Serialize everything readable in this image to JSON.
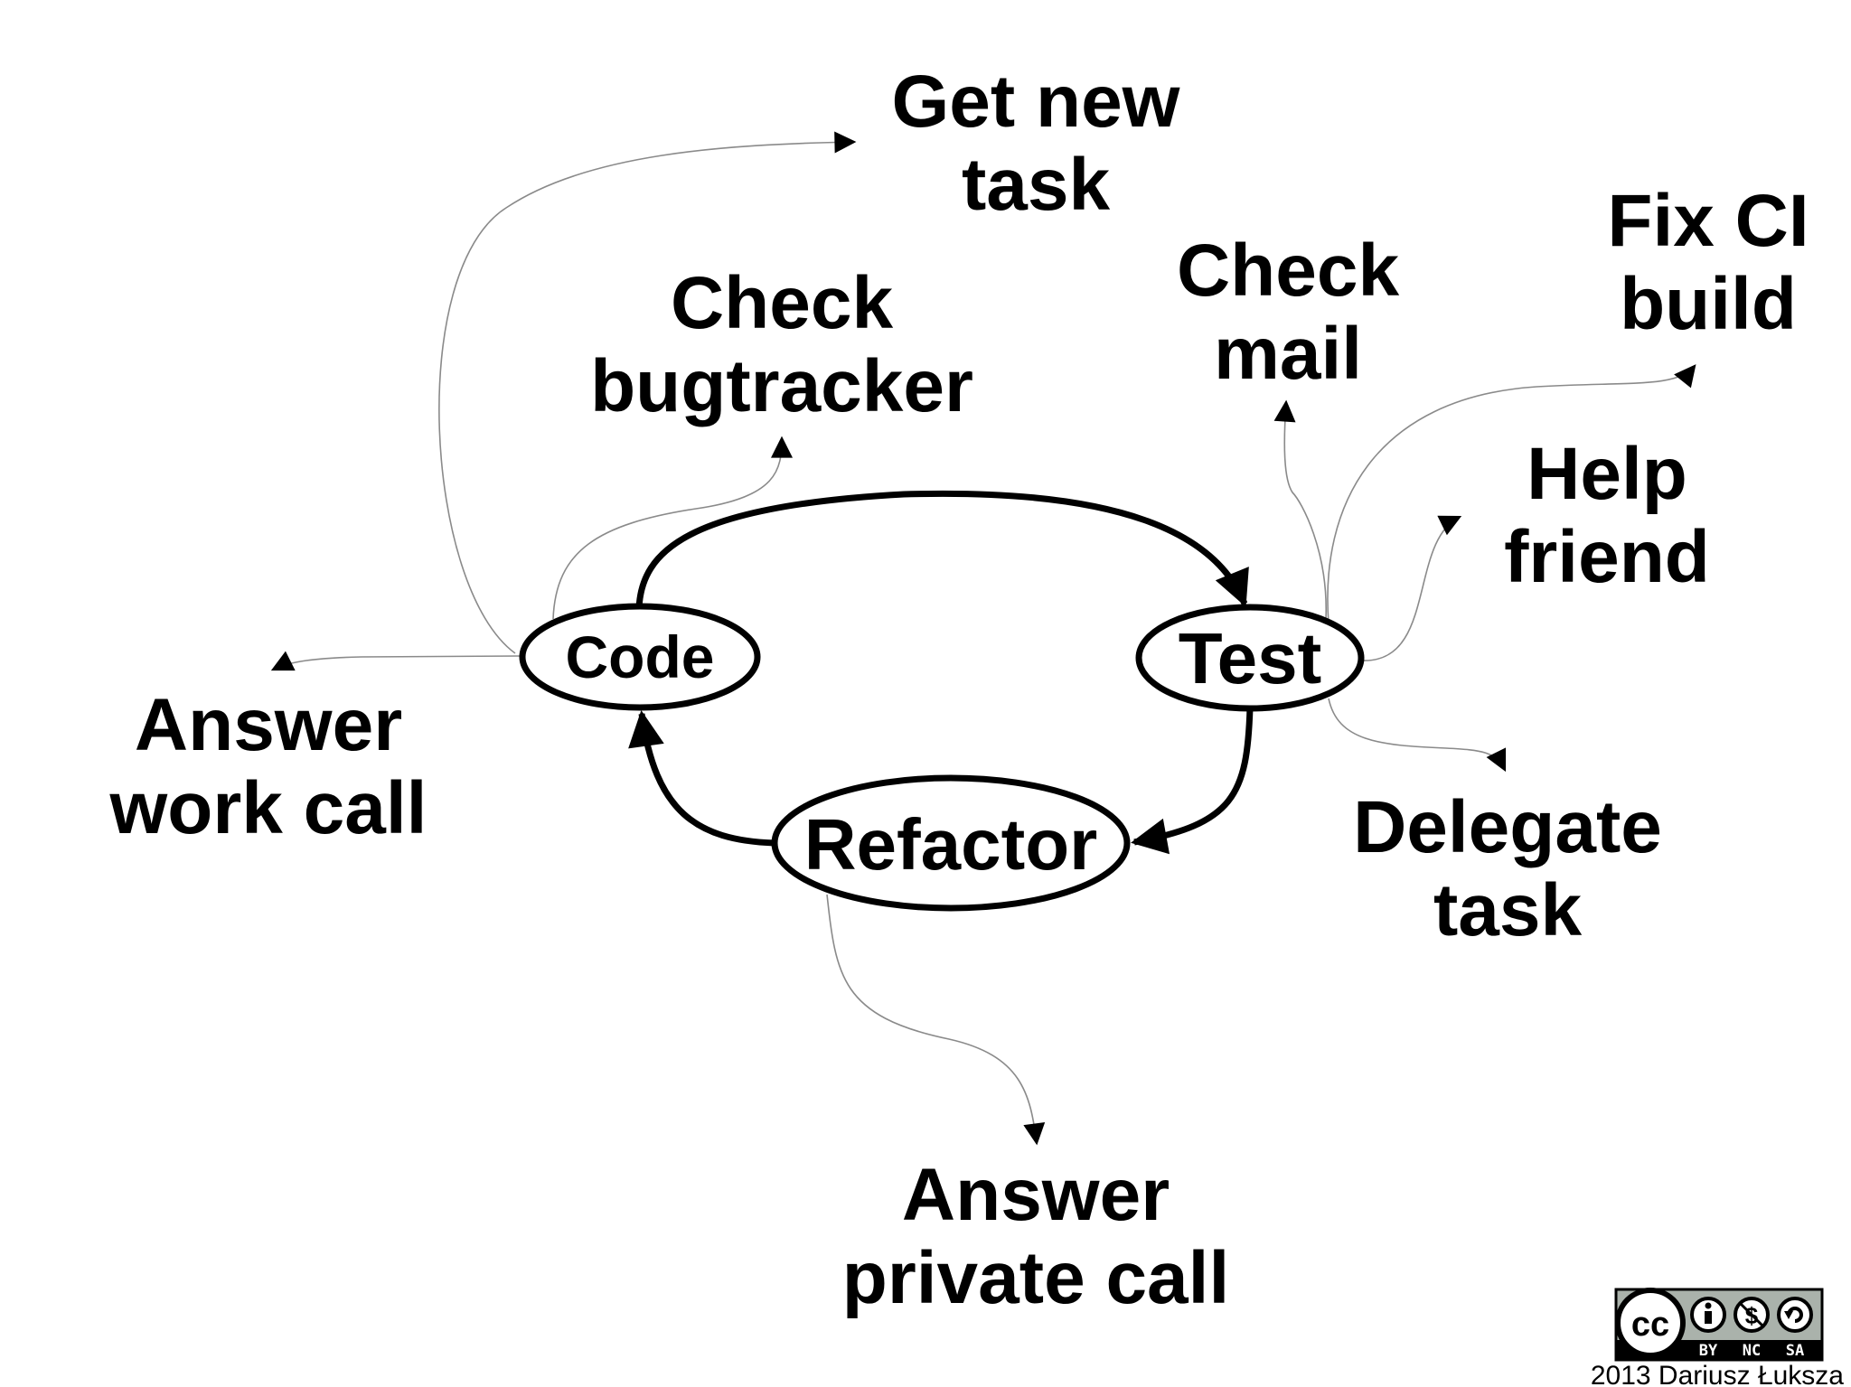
{
  "cycle": {
    "code": "Code",
    "test": "Test",
    "refactor": "Refactor"
  },
  "tasks": {
    "get_new_task": [
      "Get new",
      "task"
    ],
    "check_bugtracker": [
      "Check",
      "bugtracker"
    ],
    "check_mail": [
      "Check",
      "mail"
    ],
    "fix_ci_build": [
      "Fix CI",
      "build"
    ],
    "help_friend": [
      "Help",
      "friend"
    ],
    "answer_work_call": [
      "Answer",
      "work call"
    ],
    "delegate_task": [
      "Delegate",
      "task"
    ],
    "answer_private_call": [
      "Answer",
      "private call"
    ]
  },
  "license": {
    "badge_terms": [
      "BY",
      "NC",
      "SA"
    ],
    "badge_cc": "cc",
    "copyright": "2013 Dariusz Łuksza"
  }
}
